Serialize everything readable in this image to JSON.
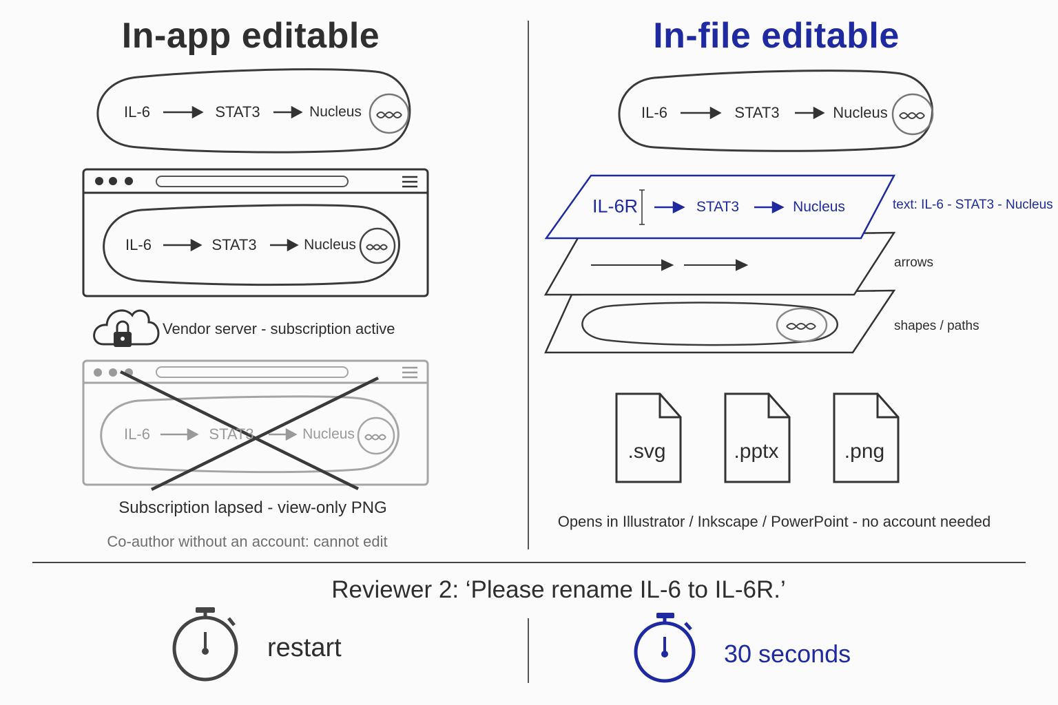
{
  "left": {
    "title": "In-app editable",
    "pathway": [
      "IL-6",
      "STAT3",
      "Nucleus"
    ],
    "vendor_status": "Vendor server - subscription active",
    "lapsed_caption": "Subscription lapsed - view-only PNG",
    "coauthor_note": "Co-author without an account: cannot edit"
  },
  "right": {
    "title": "In-file editable",
    "pathway": [
      "IL-6",
      "STAT3",
      "Nucleus"
    ],
    "edited_pathway": [
      "IL-6R",
      "STAT3",
      "Nucleus"
    ],
    "layers": {
      "text": "text: IL-6 - STAT3 - Nucleus",
      "arrows": "arrows",
      "shapes": "shapes / paths"
    },
    "files": [
      ".svg",
      ".pptx",
      ".png"
    ],
    "apps_note": "Opens in Illustrator / Inkscape / PowerPoint - no account needed"
  },
  "reviewer_request": "Reviewer 2:  ‘Please rename IL-6 to IL-6R.’",
  "outcomes": {
    "left": "restart",
    "right": "30 seconds"
  },
  "colors": {
    "ink": "#2e2e2e",
    "muted": "#9a9a9a",
    "accent_blue": "#1f2aa0"
  },
  "icons": [
    "dna-icon",
    "cloud-lock-icon",
    "menu-icon",
    "file-icon",
    "stopwatch-icon",
    "text-cursor-icon"
  ]
}
